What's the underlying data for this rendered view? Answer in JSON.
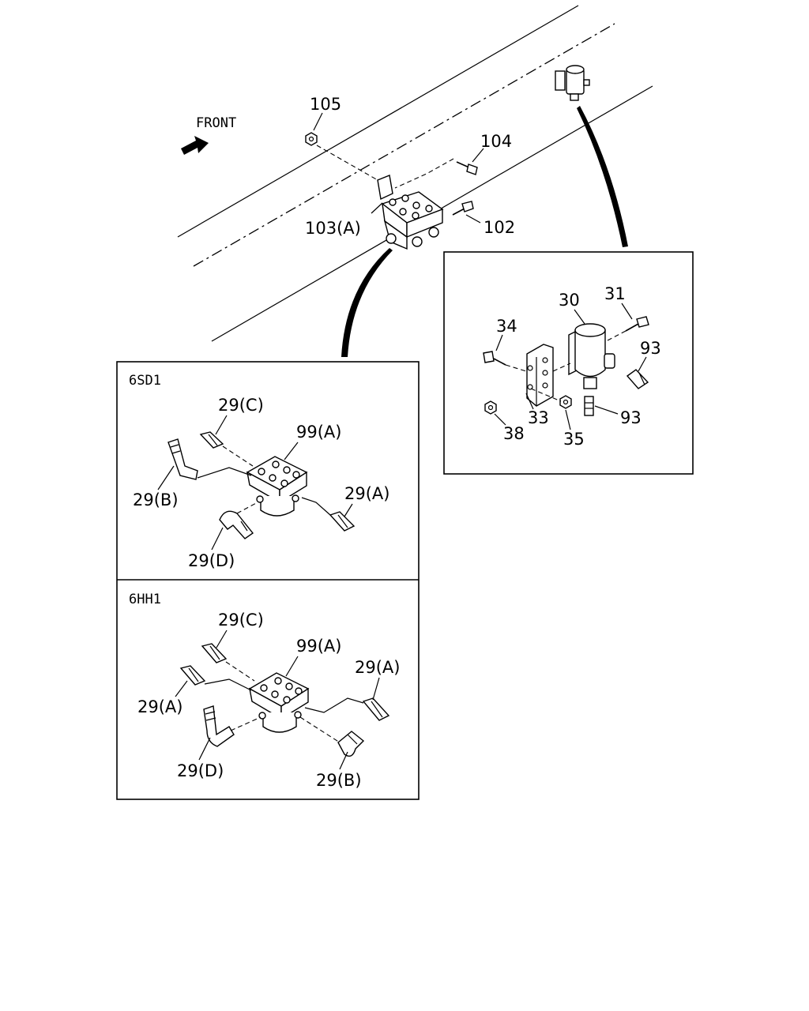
{
  "header": {
    "front_label": "FRONT"
  },
  "top": {
    "labels": {
      "p105": "105",
      "p104": "104",
      "p103": "103(A)",
      "p102": "102"
    }
  },
  "panel_right": {
    "labels": {
      "p30": "30",
      "p31": "31",
      "p34": "34",
      "p93a": "93",
      "p93b": "93",
      "p33": "33",
      "p38": "38",
      "p35": "35"
    }
  },
  "panel_6sd1": {
    "title": "6SD1",
    "labels": {
      "c": "29(C)",
      "a99": "99(A)",
      "b": "29(B)",
      "a": "29(A)",
      "d": "29(D)"
    }
  },
  "panel_6hh1": {
    "title": "6HH1",
    "labels": {
      "c": "29(C)",
      "a99": "99(A)",
      "a_left": "29(A)",
      "a_right": "29(A)",
      "d": "29(D)",
      "b": "29(B)"
    }
  },
  "icons": [
    "front-arrow-icon",
    "valve-block-icon",
    "reservoir-icon",
    "bolt-icon",
    "nut-icon",
    "fitting-icon",
    "elbow-fitting-icon",
    "bracket-icon"
  ]
}
